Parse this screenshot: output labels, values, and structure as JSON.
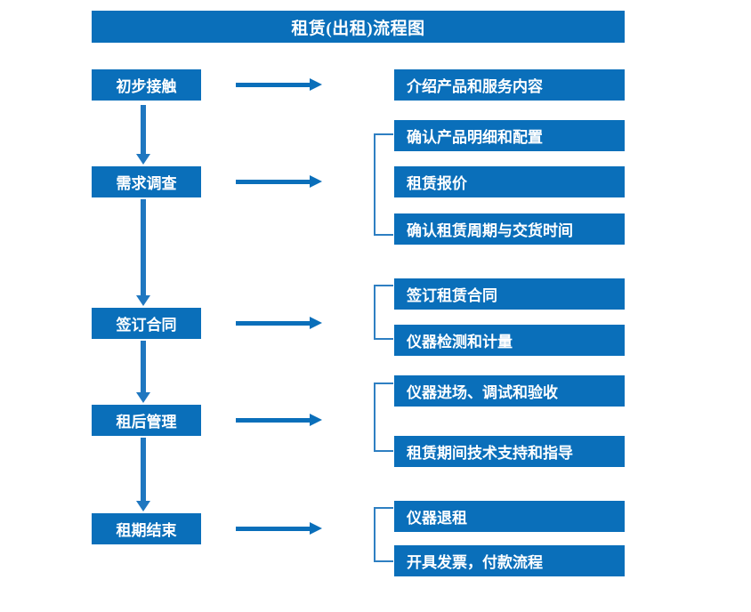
{
  "title": "租赁(出租)流程图",
  "colors": {
    "box_blue": "#0A6FBA",
    "arrow_blue": "#1F77C0",
    "bracket_blue": "#2E7FC2",
    "text_white": "#FFFFFF",
    "background": "#FFFFFF"
  },
  "stages": [
    {
      "label": "初步接触"
    },
    {
      "label": "需求调查"
    },
    {
      "label": "签订合同"
    },
    {
      "label": "租后管理"
    },
    {
      "label": "租期结束"
    }
  ],
  "details": [
    {
      "label": "介绍产品和服务内容"
    },
    {
      "label": "确认产品明细和配置"
    },
    {
      "label": "租赁报价"
    },
    {
      "label": "确认租赁周期与交货时间"
    },
    {
      "label": "签订租赁合同"
    },
    {
      "label": "仪器检测和计量"
    },
    {
      "label": "仪器进场、调试和验收"
    },
    {
      "label": "租赁期间技术支持和指导"
    },
    {
      "label": "仪器退租"
    },
    {
      "label": "开具发票，付款流程"
    }
  ]
}
